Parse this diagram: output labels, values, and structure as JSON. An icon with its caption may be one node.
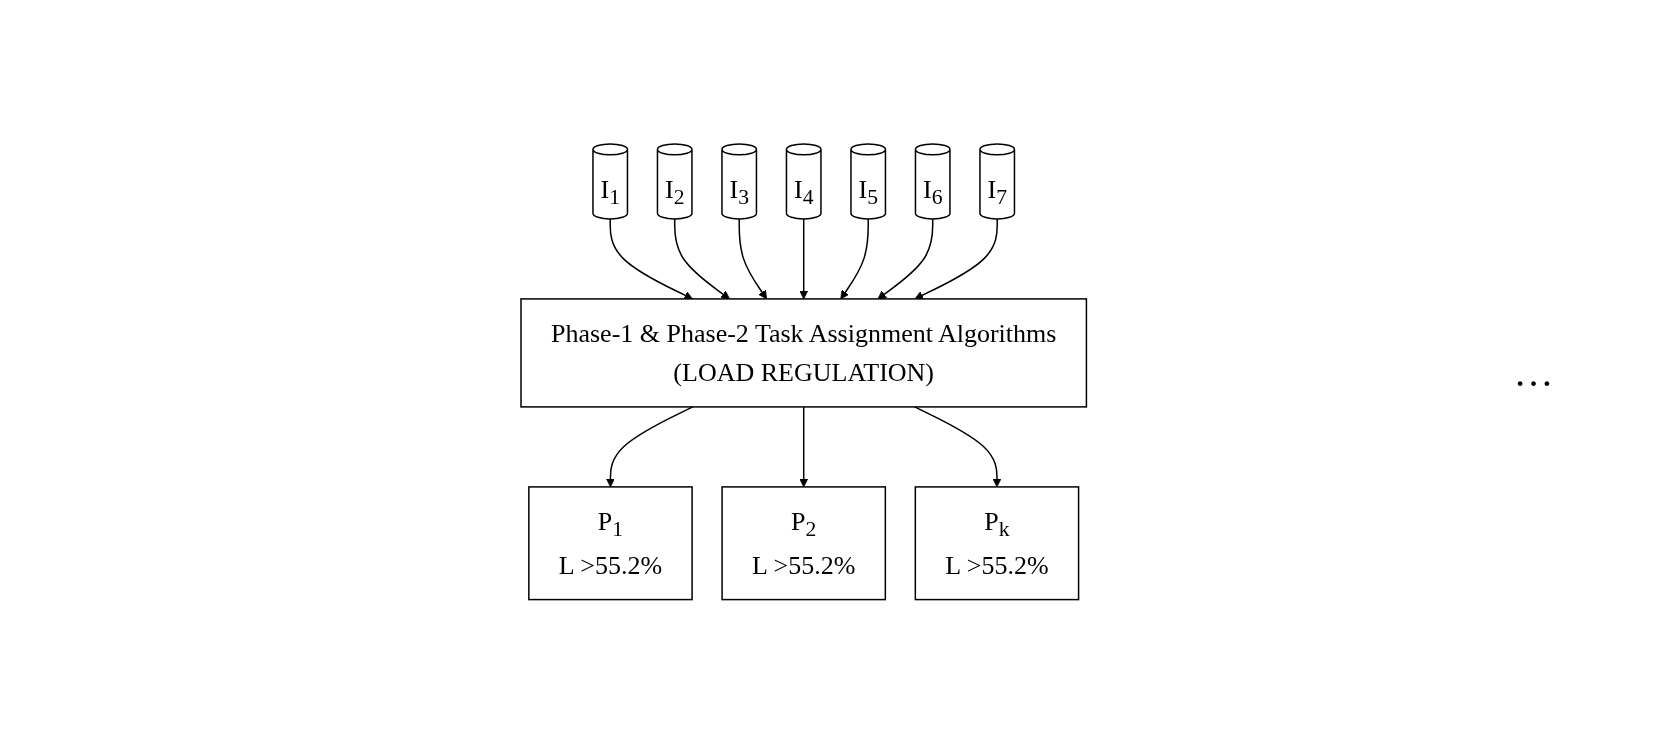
{
  "diagram": {
    "nodes": [
      {
        "text": [
          "I$_{1}$"
        ]
      },
      {
        "text": [
          "I$_{2}$"
        ]
      },
      {
        "text": [
          "I$_{3}$"
        ]
      },
      {
        "text": [
          "I$_{4}$"
        ]
      },
      {
        "text": [
          "I$_{5}$"
        ]
      },
      {
        "text": [
          "I$_{6}$"
        ]
      },
      {
        "text": [
          "I$_{7}$"
        ]
      },
      {
        "text": [
          "Phase-1 & Phase-2 Task Assignment Algorithms",
          "(LOAD REGULATION)"
        ]
      },
      {
        "text": [
          "P$_{1}$",
          "L >55.2%"
        ]
      },
      {
        "text": [
          "P$_{2}$",
          "L >55.2%"
        ]
      },
      {
        "text": [
          "P$_{k}$",
          "L >55.2%"
        ]
      }
    ],
    "edges": [
      {
        "from": 0,
        "to": 7,
        "arrow": "to"
      },
      {
        "from": 1,
        "to": 7,
        "arrow": "to"
      },
      {
        "from": 2,
        "to": 7,
        "arrow": "to"
      },
      {
        "from": 3,
        "to": 7,
        "arrow": "to"
      },
      {
        "from": 4,
        "to": 7,
        "arrow": "to"
      },
      {
        "from": 5,
        "to": 7,
        "arrow": "to"
      },
      {
        "from": 6,
        "to": 7,
        "arrow": "to"
      },
      {
        "from": 7,
        "to": 8,
        "arrow": "to"
      },
      {
        "from": 7,
        "to": 9,
        "arrow": "to"
      },
      {
        "from": 7,
        "to": 10,
        "arrow": "to"
      }
    ],
    "labels": [
      "…"
    ]
  }
}
